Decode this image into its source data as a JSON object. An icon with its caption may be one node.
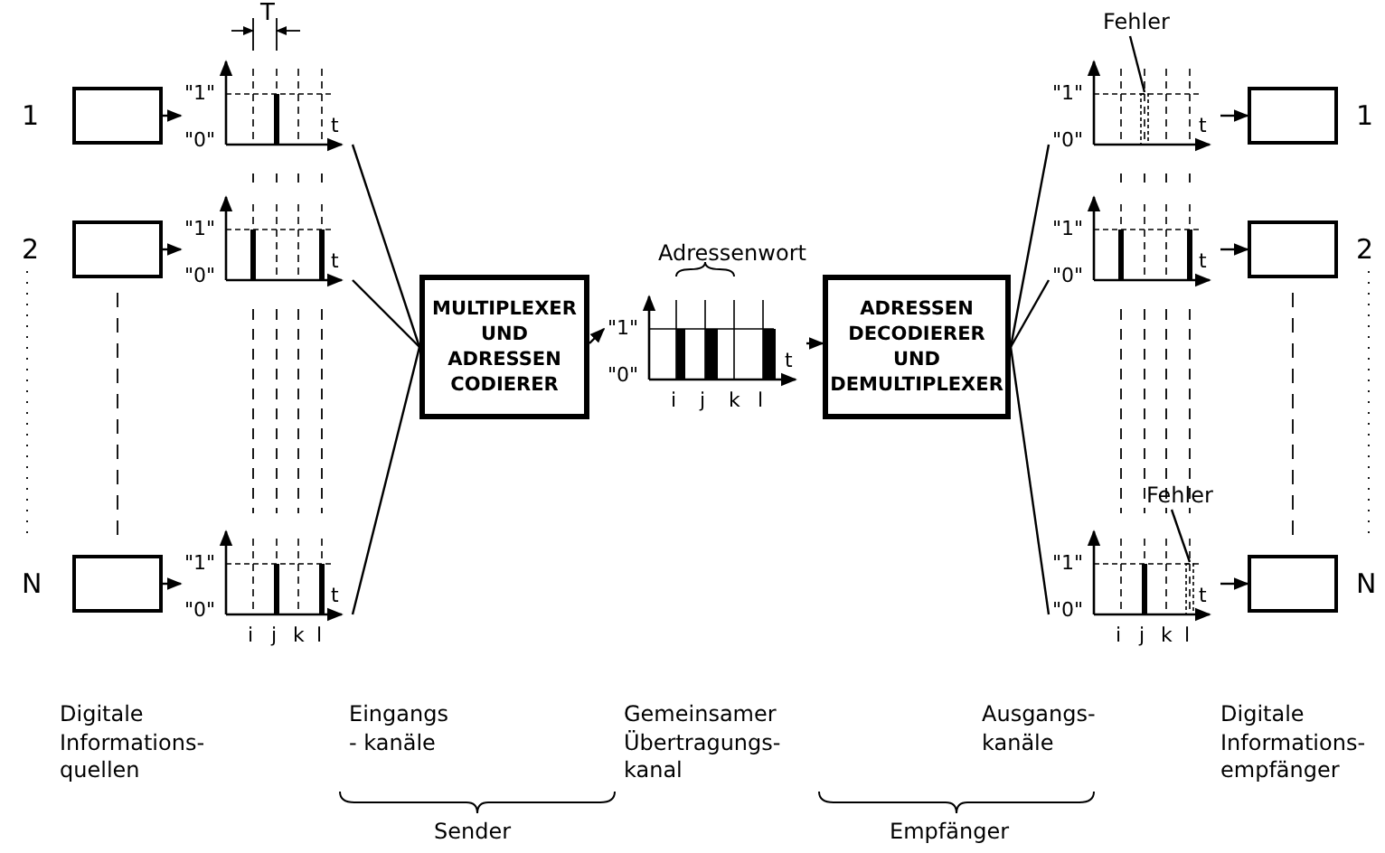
{
  "diagram": {
    "nodes": [
      {
        "text": [],
        "shape": "box",
        "beside": [
          "1"
        ]
      },
      {
        "text": [],
        "shape": "box",
        "beside": [
          "2"
        ]
      },
      {
        "text": [],
        "shape": "box",
        "beside": [
          "N"
        ]
      },
      {
        "text": [
          "\"1\"",
          "\"0\"",
          "t"
        ]
      },
      {
        "text": [
          "\"1\"",
          "\"0\"",
          "t"
        ]
      },
      {
        "text": [
          "\"1\"",
          "\"0\"",
          "t",
          "i",
          "j",
          "k",
          "l"
        ]
      },
      {
        "text": [
          "MULTIPLEXER UND ADRESSEN CODIERER"
        ]
      },
      {
        "text": [
          "\"1\"",
          "\"0\"",
          "t",
          "i",
          "j",
          "k",
          "l"
        ],
        "beside": [
          "Adressenwort"
        ]
      },
      {
        "text": [
          "ADRESSEN DECODIERER UND DEMULTIPLEXER"
        ]
      },
      {
        "text": [
          "\"1\"",
          "\"0\"",
          "t"
        ]
      },
      {
        "text": [
          "\"1\"",
          "\"0\"",
          "t"
        ]
      },
      {
        "text": [
          "\"1\"",
          "\"0\"",
          "t",
          "i",
          "j",
          "k",
          "l"
        ]
      },
      {
        "text": [],
        "shape": "box",
        "beside": [
          "1"
        ]
      },
      {
        "text": [],
        "shape": "box",
        "beside": [
          "2"
        ]
      },
      {
        "text": [],
        "shape": "box",
        "beside": [
          "N"
        ]
      },
      {
        "text": [
          "Fehler"
        ]
      },
      {
        "text": [
          "Fehler"
        ]
      }
    ],
    "edges": [
      {
        "from": 0,
        "to": 3,
        "arrow": "to"
      },
      {
        "from": 1,
        "to": 4,
        "arrow": "to"
      },
      {
        "from": 2,
        "to": 5,
        "arrow": "to"
      },
      {
        "from": 3,
        "to": 6,
        "arrow": "none"
      },
      {
        "from": 4,
        "to": 6,
        "arrow": "none"
      },
      {
        "from": 5,
        "to": 6,
        "arrow": "none"
      },
      {
        "from": 6,
        "to": 7,
        "arrow": "to"
      },
      {
        "from": 7,
        "to": 8,
        "arrow": "to"
      },
      {
        "from": 8,
        "to": 9,
        "arrow": "none"
      },
      {
        "from": 8,
        "to": 10,
        "arrow": "none"
      },
      {
        "from": 8,
        "to": 11,
        "arrow": "none"
      },
      {
        "from": 9,
        "to": 12,
        "arrow": "to"
      },
      {
        "from": 10,
        "to": 13,
        "arrow": "to"
      },
      {
        "from": 11,
        "to": 14,
        "arrow": "to"
      },
      {
        "from": 15,
        "to": 9,
        "arrow": "none"
      },
      {
        "from": 16,
        "to": 11,
        "arrow": "none"
      }
    ],
    "labels": [
      "T",
      "Digitale Informations- quellen",
      "Eingangs - kanäle",
      "Gemeinsamer Übertragungs- kanal",
      "Ausgangs- kanäle",
      "Digitale Informations- empfänger",
      "Sender",
      "Empfänger"
    ]
  }
}
